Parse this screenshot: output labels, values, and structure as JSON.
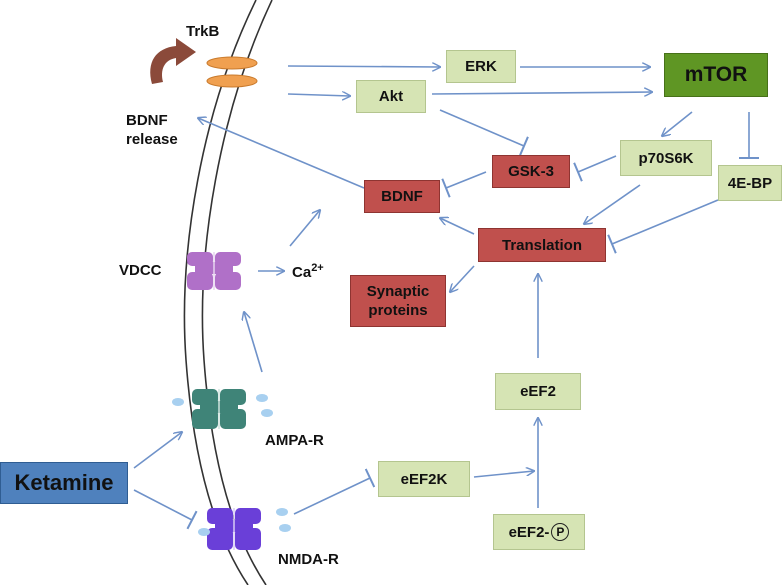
{
  "nodes": {
    "trkb": "TrkB",
    "bdnf_release_line1": "BDNF",
    "bdnf_release_line2": "release",
    "erk": "ERK",
    "akt": "Akt",
    "mtor": "mTOR",
    "gsk3": "GSK-3",
    "p70s6k": "p70S6K",
    "bdnf": "BDNF",
    "four_ebp": "4E-BP",
    "translation": "Translation",
    "vdcc": "VDCC",
    "ca": "Ca",
    "ca_charge": "2+",
    "synaptic_line1": "Synaptic",
    "synaptic_line2": "proteins",
    "eef2": "eEF2",
    "ampa_r": "AMPA-R",
    "ketamine": "Ketamine",
    "eef2k": "eEF2K",
    "eef2p_prefix": "eEF2-",
    "eef2p_circled": "P",
    "nmda_r": "NMDA-R"
  },
  "colors": {
    "arrow": "#6f92c9",
    "green_box": "#d6e4b4",
    "red_box": "#c0504d",
    "mtor_box": "#5f9624",
    "ketamine_box": "#4f81bd",
    "trkb": "#f0a050",
    "vdcc": "#b070c8",
    "ampa": "#3f8478",
    "nmda": "#6a3fd8",
    "glutamate_dots": "#a8d0f0",
    "curved_arrow": "#8b4a3a"
  }
}
